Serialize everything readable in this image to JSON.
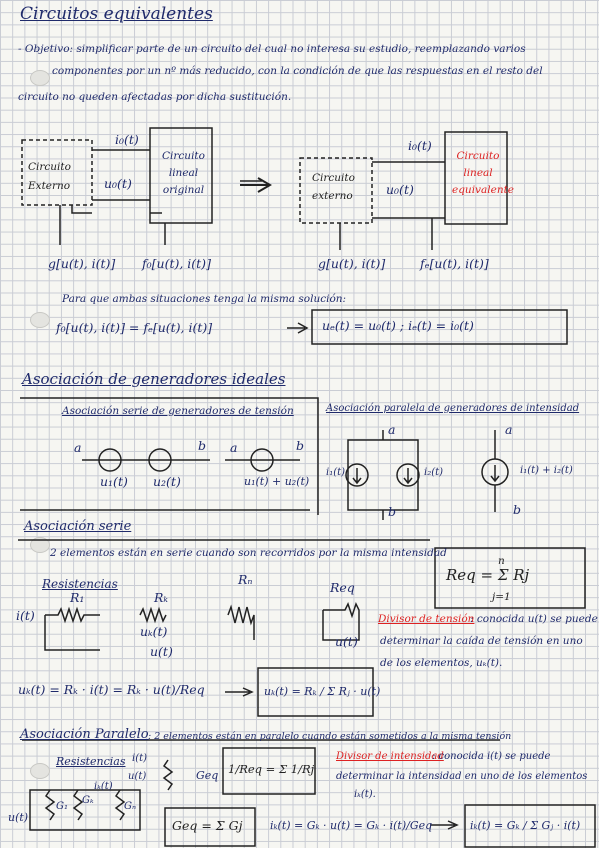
{
  "section1": {
    "title": "Circuitos equivalentes",
    "objective_line1": "- Objetivo: simplificar parte de un circuito del cual no interesa su estudio, reemplazando varios",
    "objective_line2": "componentes por un nº más reducido, con la condición de que las respuestas en el resto del",
    "objective_line3": "circuito no queden afectadas por dicha sustitución.",
    "left_block": {
      "external": "Circuito Externo",
      "inner": "Circuito lineal original",
      "current": "i₀(t)",
      "voltage": "u₀(t)",
      "func_g": "g[u(t), i(t)]",
      "func_f": "f₀[u(t), i(t)]"
    },
    "right_block": {
      "external": "Circuito externo",
      "inner": "Circuito lineal equivalente",
      "current": "i₀(t)",
      "voltage": "u₀(t)",
      "func_g": "g[u(t), i(t)]",
      "func_f": "fₑ[u(t), i(t)]"
    },
    "condition_text": "Para que ambas situaciones tenga la misma solución:",
    "condition_eq": "f₀[u(t), i(t)] = fₑ[u(t), i(t)]",
    "condition_result": "uₑ(t) = u₀(t) ; iₑ(t) = i₀(t)"
  },
  "section2": {
    "title": "Asociación de generadores ideales",
    "series_title": "Asociación serie de generadores de tensión",
    "series_labels": {
      "a": "a",
      "b": "b",
      "u1": "u₁(t)",
      "u2": "u₂(t)",
      "sum": "u₁(t) + u₂(t)",
      "a2": "a",
      "b2": "b"
    },
    "parallel_title": "Asociación paralela de generadores de intensidad",
    "parallel_labels": {
      "a": "a",
      "b": "b",
      "i1": "i₁(t)",
      "i2": "i₂(t)",
      "sum": "i₁(t) + i₂(t)",
      "a2": "a",
      "b2": "b"
    }
  },
  "section3": {
    "title": "Asociación serie",
    "text": "2 elementos están en serie cuando son recorridos por la misma intensidad",
    "req_formula": "Req = Σ Rj",
    "req_sum_top": "n",
    "req_sum_bottom": "j=1",
    "resistencias_label": "Resistencias",
    "labels": {
      "i": "i(t)",
      "r1": "R₁",
      "rk": "Rₖ",
      "rn": "Rₙ",
      "req": "Req",
      "uk": "uₖ(t)",
      "u": "u(t)",
      "u2": "u(t)"
    },
    "divider_title": "Divisor de tensión",
    "divider_text1": ": conocida u(t) se puede",
    "divider_text2": "determinar la caída de tensión en uno",
    "divider_text3": "de los elementos, uₖ(t).",
    "eq_left": "uₖ(t) = Rₖ · i(t) = Rₖ · u(t)/Req",
    "eq_box": "uₖ(t) = Rₖ / Σ Rⱼ · u(t)"
  },
  "section4": {
    "title": "Asociación Paralelo",
    "text": ": 2 elementos están en paralelo cuando están sometidos a la misma tensión",
    "resistencias_label": "Resistencias",
    "labels": {
      "i": "i(t)",
      "ik": "iₖ(t)",
      "g1": "G₁",
      "gk": "Gₖ",
      "gn": "Gₙ",
      "geq": "Geq",
      "u": "u(t)",
      "u2": "u(t)"
    },
    "req_inv": "1/Req = Σ 1/Rj",
    "divider_title": "Divisor de intensidad",
    "divider_text1": ": conocida i(t) se puede",
    "divider_text2": "determinar la intensidad en uno de los elementos",
    "divider_text3": "iₖ(t).",
    "geq_formula": "Geq = Σ Gj",
    "ik_formula": "iₖ(t) = Gₖ · u(t) = Gₖ · i(t)/Geq",
    "ik_box": "iₖ(t) = Gₖ / Σ Gⱼ · i(t)"
  }
}
